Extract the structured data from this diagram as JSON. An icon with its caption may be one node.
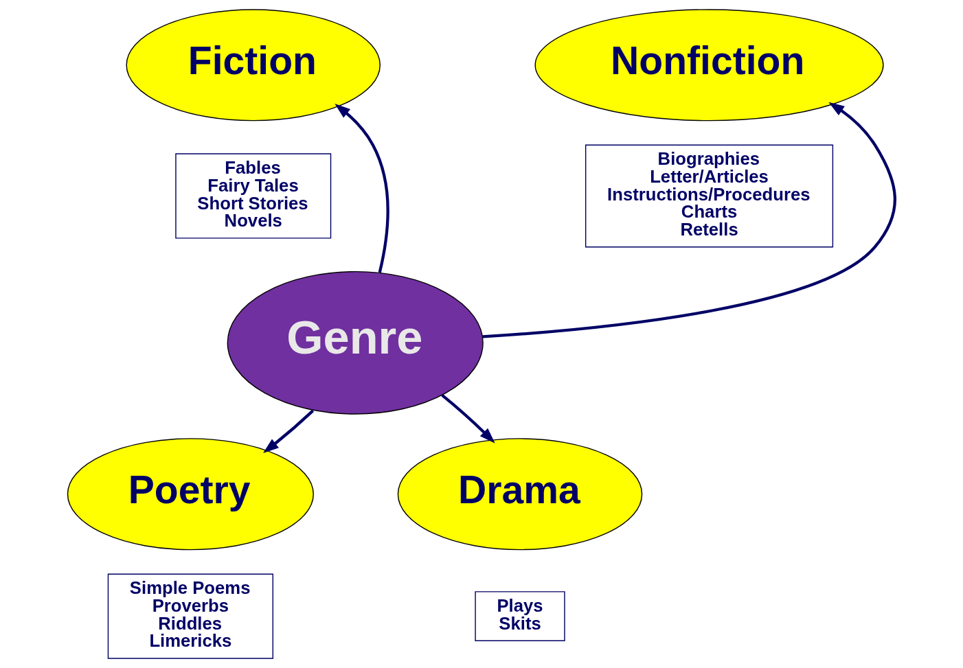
{
  "diagram": {
    "nodes": [
      {
        "text": [
          "Fiction"
        ]
      },
      {
        "text": [
          "Nonfiction"
        ]
      },
      {
        "text": [
          "Fables",
          "Fairy Tales",
          "Short Stories",
          "Novels"
        ]
      },
      {
        "text": [
          "Biographies",
          "Letter/Articles",
          "Instructions/Procedures",
          "Charts",
          "Retells"
        ]
      },
      {
        "text": [
          "Genre"
        ]
      },
      {
        "text": [
          "Poetry"
        ]
      },
      {
        "text": [
          "Drama"
        ]
      },
      {
        "text": [
          "Simple Poems",
          "Proverbs",
          "Riddles",
          "Limericks"
        ]
      },
      {
        "text": [
          "Plays",
          "Skits"
        ]
      }
    ],
    "edges": [
      {
        "from": 4,
        "to": 0,
        "arrow": "to"
      },
      {
        "from": 4,
        "to": 1,
        "arrow": "to"
      },
      {
        "from": 4,
        "to": 5,
        "arrow": "to"
      },
      {
        "from": 4,
        "to": 6,
        "arrow": "to"
      }
    ]
  }
}
